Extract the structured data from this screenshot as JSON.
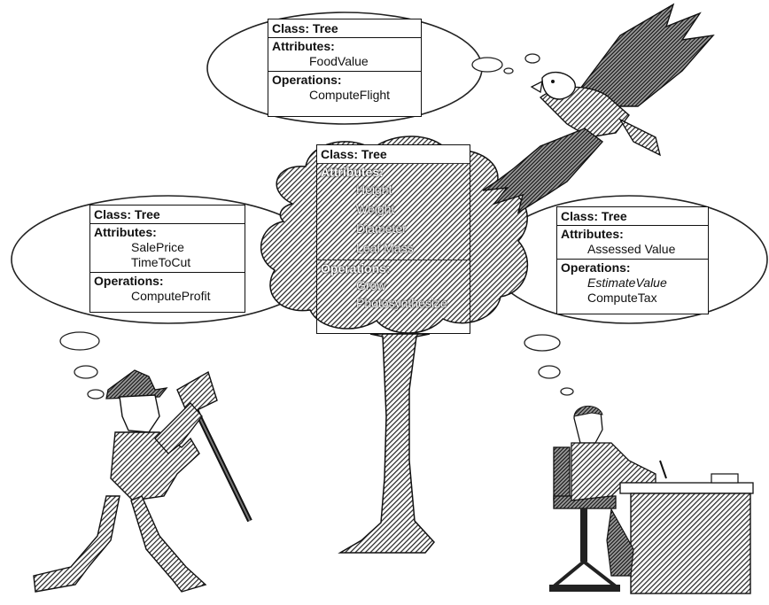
{
  "diagram": {
    "eagle_view": {
      "class_title": "Class: Tree",
      "attributes_label": "Attributes:",
      "attributes": [
        "FoodValue"
      ],
      "operations_label": "Operations:",
      "operations": [
        "ComputeFlight"
      ]
    },
    "woodsman_view": {
      "class_title": "Class: Tree",
      "attributes_label": "Attributes:",
      "attributes": [
        "SalePrice",
        "TimeToCut"
      ],
      "operations_label": "Operations:",
      "operations": [
        "ComputeProfit"
      ]
    },
    "tax_assessor_view": {
      "class_title": "Class: Tree",
      "attributes_label": "Attributes:",
      "attributes": [
        "Assessed Value"
      ],
      "operations_label": "Operations:",
      "operations": [
        "EstimateValue",
        "ComputeTax"
      ]
    },
    "tree_view": {
      "class_title": "Class: Tree",
      "attributes_label": "Attributes:",
      "attributes": [
        "Height",
        "Weight",
        "Diameter",
        "Leaf Mass"
      ],
      "operations_label": "Operations:",
      "operations": [
        "Grow",
        "Photosynthesize"
      ]
    }
  },
  "colors": {
    "ink": "#111111",
    "hatch_dark": "#2a2a2a",
    "hatch_light": "#8a8a8a"
  }
}
